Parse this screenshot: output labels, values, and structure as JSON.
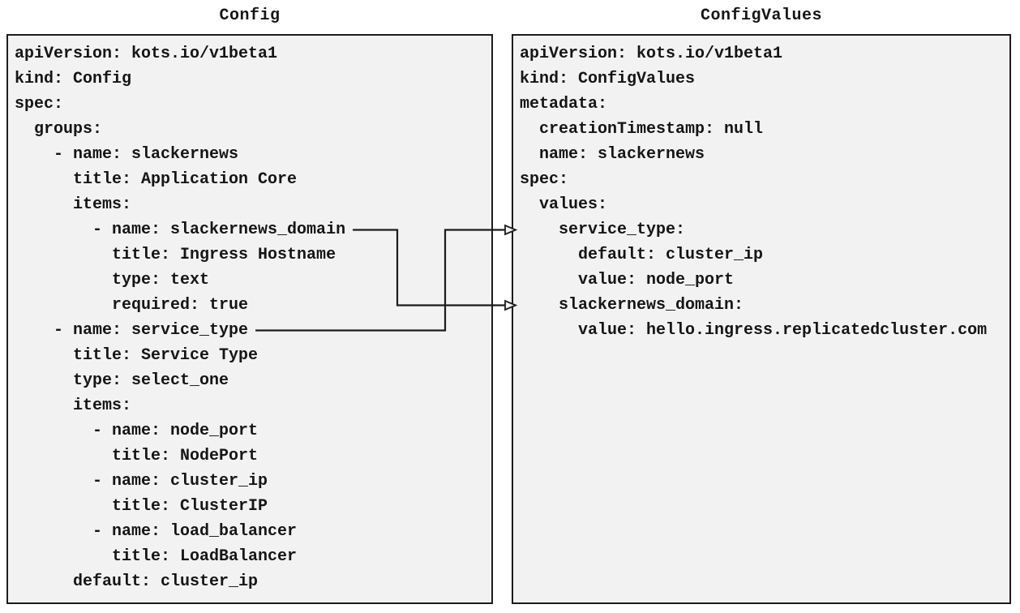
{
  "colors": {
    "page_background": "#ffffff",
    "panel_background": "#f2f2f2",
    "panel_border": "#1c1c1c",
    "text": "#151515",
    "arrow": "#1c1c1c"
  },
  "panels": [
    {
      "id": "config",
      "title": "Config",
      "lines": [
        {
          "text": "apiVersion: kots.io/v1beta1"
        },
        {
          "text": "kind: Config"
        },
        {
          "text": "spec:"
        },
        {
          "text": "  groups:"
        },
        {
          "text": "    - name: slackernews"
        },
        {
          "text": "      title: Application Core"
        },
        {
          "text": "      items:"
        },
        {
          "text": "        - name: slackernews_domain",
          "connector": "domain-source"
        },
        {
          "text": "          title: Ingress Hostname"
        },
        {
          "text": "          type: text"
        },
        {
          "text": "          required: true"
        },
        {
          "text": "    - name: service_type",
          "connector": "service-source"
        },
        {
          "text": "      title: Service Type"
        },
        {
          "text": "      type: select_one"
        },
        {
          "text": "      items:"
        },
        {
          "text": "        - name: node_port"
        },
        {
          "text": "          title: NodePort"
        },
        {
          "text": "        - name: cluster_ip"
        },
        {
          "text": "          title: ClusterIP"
        },
        {
          "text": "        - name: load_balancer"
        },
        {
          "text": "          title: LoadBalancer"
        },
        {
          "text": "      default: cluster_ip"
        }
      ]
    },
    {
      "id": "configvalues",
      "title": "ConfigValues",
      "lines": [
        {
          "text": "apiVersion: kots.io/v1beta1"
        },
        {
          "text": "kind: ConfigValues"
        },
        {
          "text": "metadata:"
        },
        {
          "text": "  creationTimestamp: null"
        },
        {
          "text": "  name: slackernews"
        },
        {
          "text": "spec:"
        },
        {
          "text": "  values:"
        },
        {
          "text": "    service_type:",
          "connector": "service-target"
        },
        {
          "text": "      default: cluster_ip"
        },
        {
          "text": "      value: node_port"
        },
        {
          "text": "    slackernews_domain:",
          "connector": "domain-target"
        },
        {
          "text": "      value: hello.ingress.replicatedcluster.com"
        }
      ]
    }
  ],
  "connections": [
    {
      "key": "slackernews_domain",
      "source": "domain-source",
      "target": "domain-target"
    },
    {
      "key": "service_type",
      "source": "service-source",
      "target": "service-target"
    }
  ]
}
